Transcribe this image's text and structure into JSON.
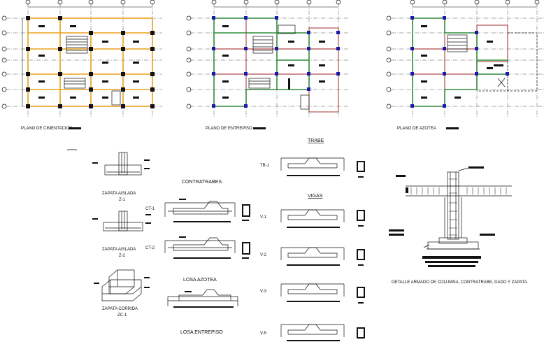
{
  "plans": {
    "cimentacion": {
      "label": "PLANO DE CIMENTACION"
    },
    "entrepiso": {
      "label": "PLANO DE ENTREPISO"
    },
    "azotea": {
      "label": "PLANO DE AZOTEA"
    }
  },
  "footings": {
    "z1": {
      "title": "ZAPATA AISLADA",
      "code": "Z-1"
    },
    "z2": {
      "title": "ZAPATA AISLADA",
      "code": "Z-2"
    },
    "zc1": {
      "title": "ZAPATA CORRIDA",
      "code": "ZC-1"
    }
  },
  "contratrabes": {
    "title": "CONTRATRABES",
    "items": [
      {
        "code": "CT-1"
      },
      {
        "code": "CT-2"
      }
    ]
  },
  "losas": {
    "azotea": "LOSA AZOTEA",
    "entrepiso": "LOSA ENTREPISO"
  },
  "trabe": {
    "title": "TRABE",
    "code": "TB-1"
  },
  "vigas": {
    "title": "VIGAS",
    "items": [
      {
        "code": "V-1"
      },
      {
        "code": "V-2"
      },
      {
        "code": "V-3"
      },
      {
        "code": "V-5"
      }
    ]
  },
  "detail": {
    "caption": "DETALLE ARMADO DE COLUMNA, CONTRATRABE, DADO Y ZAPATA."
  },
  "colors": {
    "line": "#111111",
    "axis": "#333333",
    "footing_beam": "#e8a21a",
    "beam_green": "#2e8b3a",
    "beam_red": "#9b1c1c",
    "column_blue": "#1a1aa8"
  }
}
